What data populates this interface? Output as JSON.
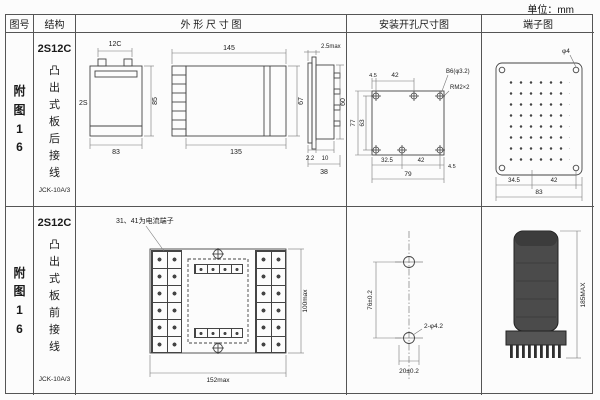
{
  "unit_label": "单位：mm",
  "headers": {
    "fig_no": "图号",
    "structure": "结构",
    "outline": "外 形 尺 寸 图",
    "mounting": "安装开孔尺寸图",
    "terminal": "端子图"
  },
  "row1": {
    "fig_no": "附图16",
    "model": "2S12C",
    "structure_desc": "凸出式板后接线",
    "product_code": "JCK-10A/3",
    "outline": {
      "front_width_top": "12C",
      "front_left": "2S",
      "front_width": "83",
      "front_height": "85",
      "side_len_total": "145",
      "side_len_body": "135",
      "side_height": "67",
      "panel_thickness": "2.5max",
      "panel_height": "60",
      "panel_d1": "2.2",
      "panel_d2": "10",
      "panel_depth": "38"
    },
    "mounting": {
      "top_offset": "4.5",
      "top_span": "42",
      "hole_note": "B6(φ3.2)",
      "screw_note": "RM2×2",
      "height_total": "77",
      "height_inner": "63",
      "bottom_seg1": "32.5",
      "bottom_seg2": "42",
      "bottom_offset": "4.5",
      "bottom_total": "79"
    },
    "terminal": {
      "hole_dia": "φ4",
      "bottom_seg1": "34.5",
      "bottom_seg2": "42",
      "bottom_total": "83"
    }
  },
  "row2": {
    "fig_no": "附图16",
    "model": "2S12C",
    "structure_desc": "凸出式板前接线",
    "product_code": "JCK-10A/3",
    "outline": {
      "note": "31、41为电流端子",
      "height": "100max",
      "width": "152max"
    },
    "mounting": {
      "hole_pitch": "76±0.2",
      "hole_spec": "2-φ4.2",
      "slot_len": "20±0.2"
    },
    "terminal": {
      "height": "185MAX"
    }
  }
}
